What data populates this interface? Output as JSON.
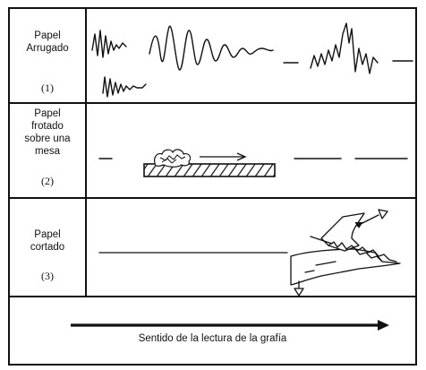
{
  "rows": [
    {
      "label_lines": [
        "Papel",
        "Arrugado"
      ],
      "number": "(1)"
    },
    {
      "label_lines": [
        "Papel",
        "frotado",
        "sobre una",
        "mesa"
      ],
      "number": "(2)"
    },
    {
      "label_lines": [
        "Papel",
        "cortado"
      ],
      "number": "(3)"
    }
  ],
  "caption": "Sentido de la lectura de la grafía"
}
